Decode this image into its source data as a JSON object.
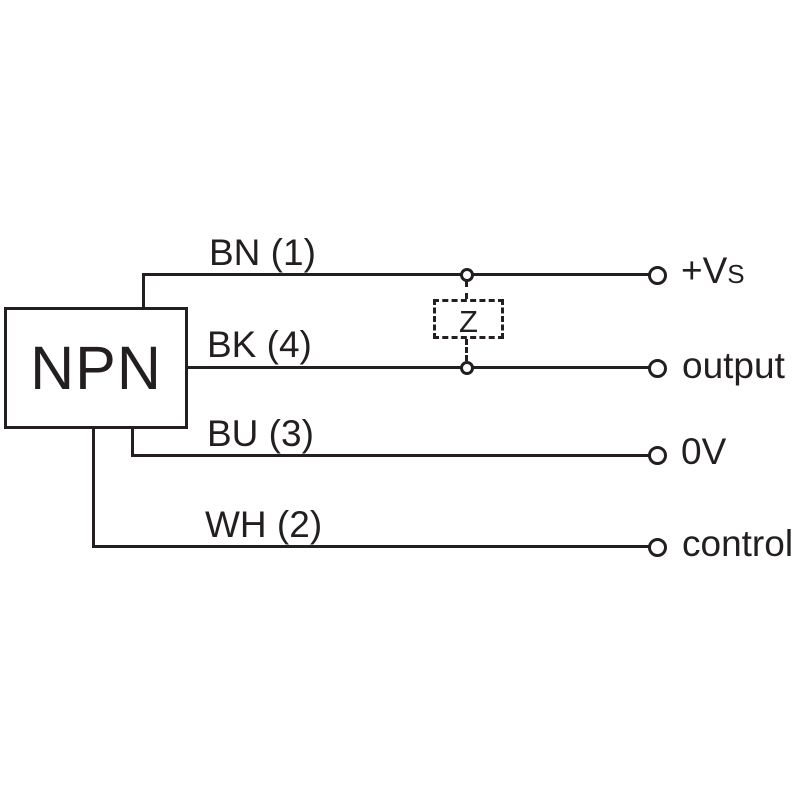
{
  "diagram": {
    "device_label": "NPN",
    "impedance_label": "Z",
    "wires": [
      {
        "label": "BN (1)",
        "terminal_label": "+Vs"
      },
      {
        "label": "BK (4)",
        "terminal_label": "output"
      },
      {
        "label": "BU (3)",
        "terminal_label": "0V"
      },
      {
        "label": "WH (2)",
        "terminal_label": "control"
      }
    ],
    "colors": {
      "stroke": "#231f20",
      "background": "#ffffff"
    }
  }
}
